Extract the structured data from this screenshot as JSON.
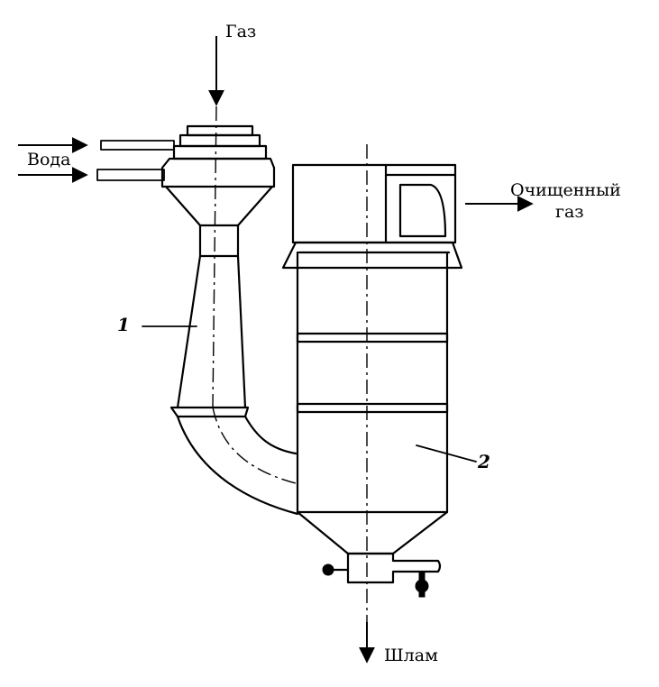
{
  "labels": {
    "gas_in": "Газ",
    "water": "Вода",
    "clean_gas_line1": "Очищенный",
    "clean_gas_line2": "газ",
    "sludge": "Шлам",
    "marker_1": "1",
    "marker_2": "2"
  }
}
